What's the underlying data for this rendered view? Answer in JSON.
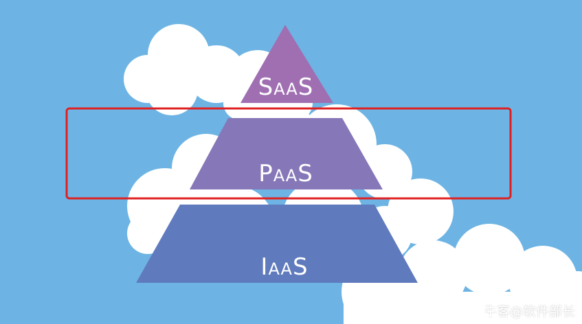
{
  "diagram": {
    "tiers": [
      {
        "id": "saas",
        "label": "SaaS",
        "color": "#a06fb2"
      },
      {
        "id": "paas",
        "label": "PaaS",
        "color": "#8677b8"
      },
      {
        "id": "iaas",
        "label": "IaaS",
        "color": "#5f7bbd"
      }
    ],
    "highlight": {
      "tier": "paas",
      "color": "#e02020"
    },
    "background": "#6db4e4",
    "cloud_color": "#ffffff"
  },
  "watermark": {
    "text": "牛客@软件部长",
    "icon": "chat-bubble-icon"
  }
}
